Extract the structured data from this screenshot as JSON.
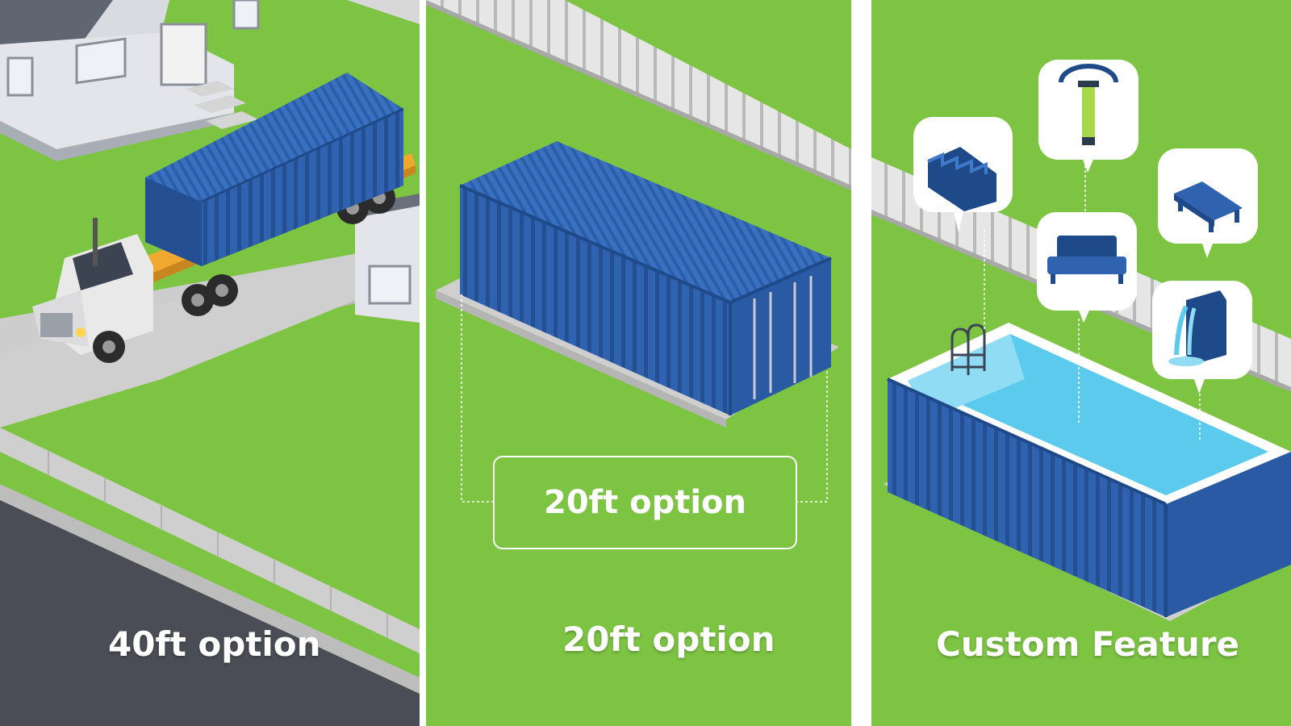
{
  "panels": [
    {
      "id": "forty",
      "label": "40ft option"
    },
    {
      "id": "twenty",
      "label": "20ft option",
      "tag_label": "20ft option"
    },
    {
      "id": "custom",
      "label": "Custom Feature"
    }
  ],
  "feature_icons": [
    "stairs-icon",
    "light-icon",
    "bench-icon",
    "sofa-icon",
    "waterfall-icon",
    "ladder-icon"
  ],
  "colors": {
    "grass": "#7dc443",
    "container_blue": "#2f63b0",
    "container_dark": "#1f4a8a",
    "pool_water": "#5ccaec",
    "road": "#4a4d55",
    "sidewalk": "#cfcfcf",
    "divider": "#ffffff"
  }
}
